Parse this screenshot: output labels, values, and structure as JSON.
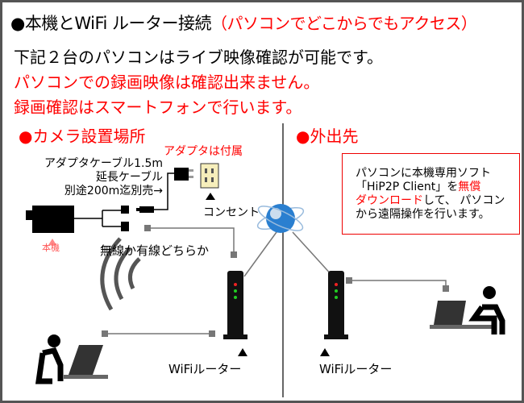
{
  "title": {
    "main": "●本機とWiFi ルーター接続",
    "sub": "（パソコンでどこからでもアクセス）"
  },
  "lines": [
    {
      "text": "下記２台のパソコンはライブ映像確認が可能です。",
      "color": "#000000"
    },
    {
      "text": "パソコンでの録画映像は確認出来ません。",
      "color": "#ff0000"
    },
    {
      "text": "録画確認はスマートフォンで行います。",
      "color": "#ff0000"
    }
  ],
  "left": {
    "heading": "●カメラ設置場所",
    "adapter_note": "アダプタは付属",
    "cable": [
      "アダプタケーブル1.5m",
      "延長ケーブル",
      "別途200m迄別売→"
    ],
    "outlet": "コンセント",
    "camera": "本機",
    "connection": "無線か有線どちらか",
    "router": "WiFiルーター"
  },
  "right": {
    "heading": "●外出先",
    "note": {
      "l1": "パソコンに本機専用ソフト",
      "l2a": "「HiP2P Client」を",
      "l2b": "無償",
      "l3a": "ダウンロード",
      "l3b": "して、 パソコン",
      "l4": "から遠隔操作を行います。"
    },
    "router": "WiFiルーター"
  },
  "colors": {
    "accent": "#ff0000",
    "border": "#555555"
  }
}
